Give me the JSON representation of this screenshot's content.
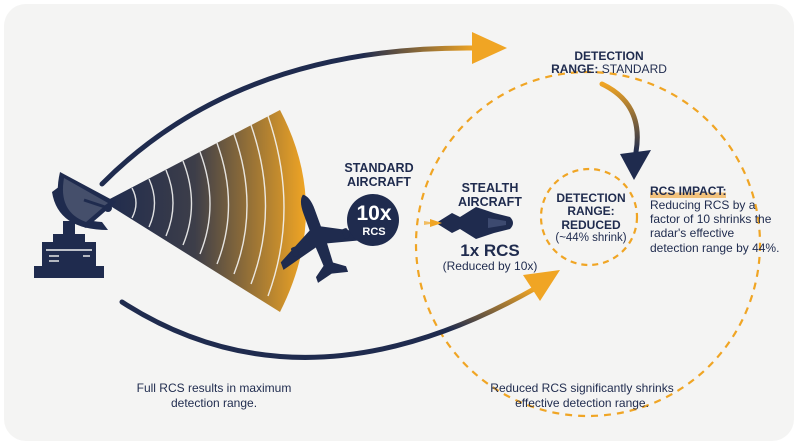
{
  "standard_aircraft": {
    "label": "STANDARD AIRCRAFT",
    "badge_value": "10x",
    "badge_unit": "RCS"
  },
  "stealth_aircraft": {
    "label": "STEALTH AIRCRAFT",
    "rcs_value": "1x RCS",
    "note": "(Reduced by 10x)"
  },
  "detection_standard": {
    "title": "DETECTION",
    "prefix": "RANGE:",
    "value": "STANDARD"
  },
  "detection_reduced": {
    "title": "DETECTION RANGE: REDUCED",
    "note": "(~44% shrink)"
  },
  "rcs_impact": {
    "title": "RCS IMPACT:",
    "text": "Reducing RCS by a factor of 10 shrinks the radar's effective detection range by 44%."
  },
  "captions": {
    "left": "Full RCS results in maximum detection range.",
    "right": "Reduced RCS significantly shrinks effective detection range."
  },
  "colors": {
    "navy": "#1f2b4e",
    "orange": "#f0a524",
    "background": "#f4f4f3"
  },
  "icons": [
    "radar-dish-icon",
    "radar-beam-icon",
    "passenger-jet-icon",
    "stealth-jet-icon"
  ]
}
